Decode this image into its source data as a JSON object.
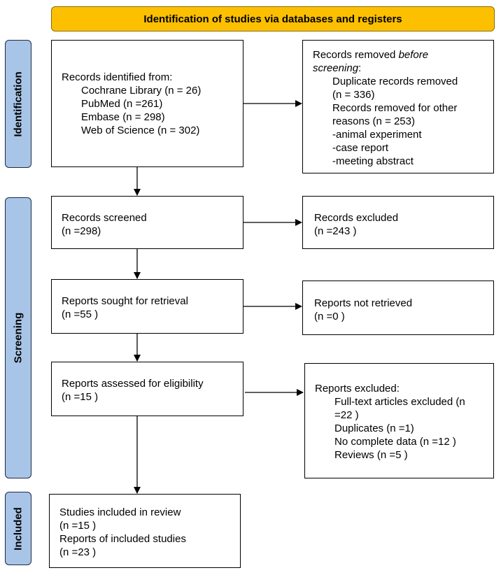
{
  "header": {
    "title": "Identification of studies via databases and registers"
  },
  "stages": {
    "identification": "Identification",
    "screening": "Screening",
    "included": "Included"
  },
  "identification": {
    "records_title": "Records identified from:",
    "sources": [
      "Cochrane Library (n = 26)",
      "PubMed (n =261)",
      "Embase (n = 298)",
      "Web of Science (n = 302)"
    ],
    "removed_title": "Records removed ",
    "removed_title_italic": "before screening",
    "removed_title_colon": ":",
    "removed_lines": [
      "Duplicate records removed",
      "(n = 336)",
      "Records removed for other",
      "reasons (n = 253)",
      "-animal experiment",
      "-case report",
      "-meeting abstract"
    ]
  },
  "screening": {
    "screened_label": "Records screened",
    "screened_n": "(n =298)",
    "excluded_label": "Records excluded",
    "excluded_n": "(n =243 )",
    "sought_label": "Reports sought for retrieval",
    "sought_n": "(n =55 )",
    "not_retrieved_label": "Reports not retrieved",
    "not_retrieved_n": "(n =0 )",
    "assessed_label": "Reports assessed for eligibility",
    "assessed_n": "(n =15 )",
    "reports_excluded_label": "Reports excluded:",
    "reports_excluded_lines": [
      "Full-text articles excluded (n",
      "=22 )",
      "Duplicates (n =1)",
      "No complete data (n =12 )",
      "Reviews (n =5 )"
    ]
  },
  "included": {
    "studies_label": "Studies included in review",
    "studies_n": "(n =15 )",
    "reports_label": "Reports of included studies",
    "reports_n": "(n =23 )"
  }
}
